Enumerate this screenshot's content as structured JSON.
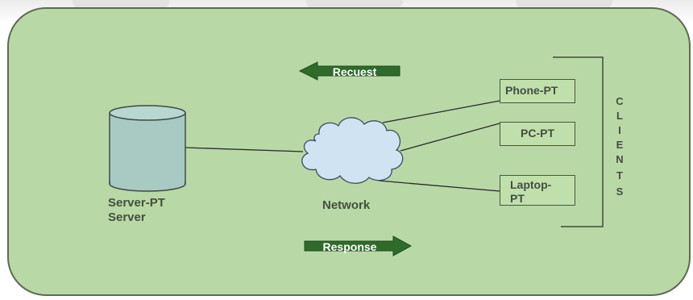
{
  "server": {
    "label_line1": "Server-PT",
    "label_line2": "Server"
  },
  "network": {
    "label": "Network"
  },
  "clients": {
    "items": [
      {
        "label": "Phone-PT"
      },
      {
        "label": "PC-PT"
      },
      {
        "label_line1": "Laptop-",
        "label_line2": "PT"
      }
    ],
    "group_letters": [
      "C",
      "L",
      "I",
      "E",
      "N",
      "T",
      "S"
    ]
  },
  "arrows": {
    "request": "Recuest",
    "response": "Response"
  },
  "colors": {
    "panel": "#b8d9a6",
    "arrow": "#2f6b2a",
    "server_fill": "#a9c9c3",
    "cloud_fill": "#cfe3f3"
  }
}
